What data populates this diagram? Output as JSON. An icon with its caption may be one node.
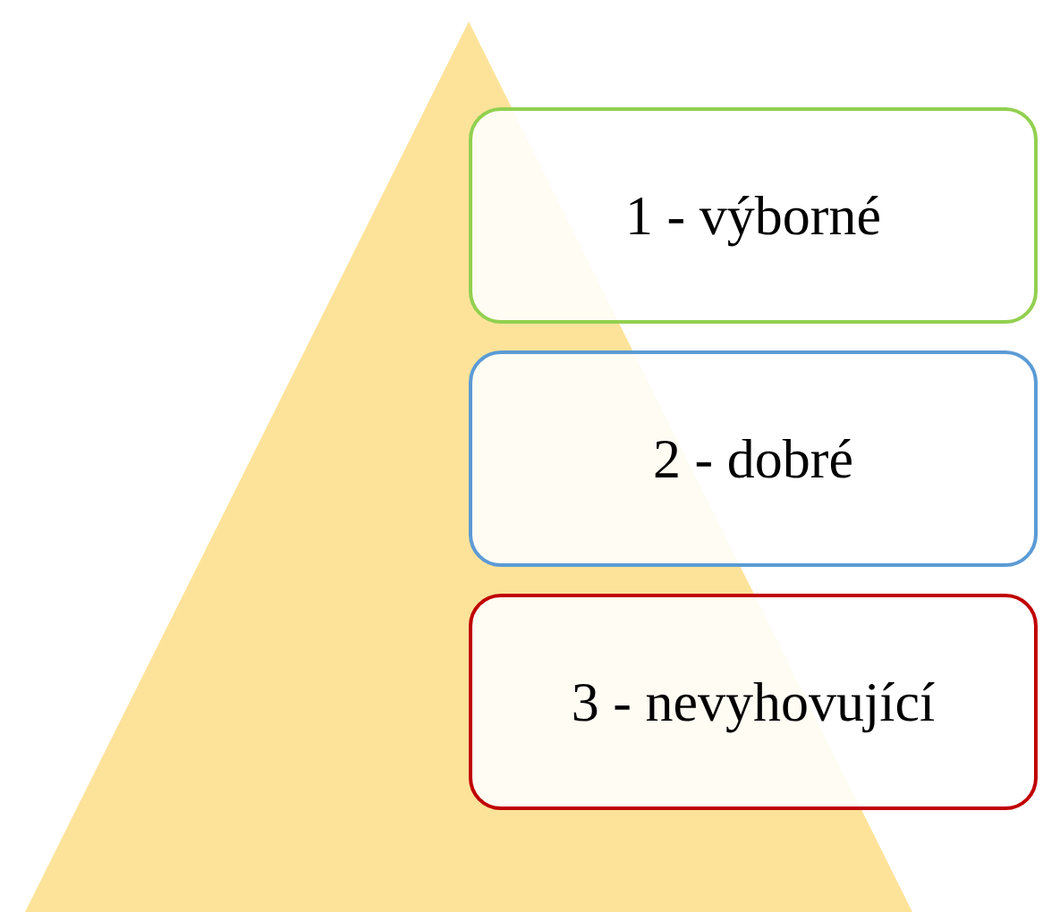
{
  "diagram": {
    "nodes": [
      {
        "text": [
          "1 - výborné"
        ]
      },
      {
        "text": [
          "2 - dobré"
        ]
      },
      {
        "text": [
          "3 - nevyhovující"
        ]
      }
    ]
  }
}
